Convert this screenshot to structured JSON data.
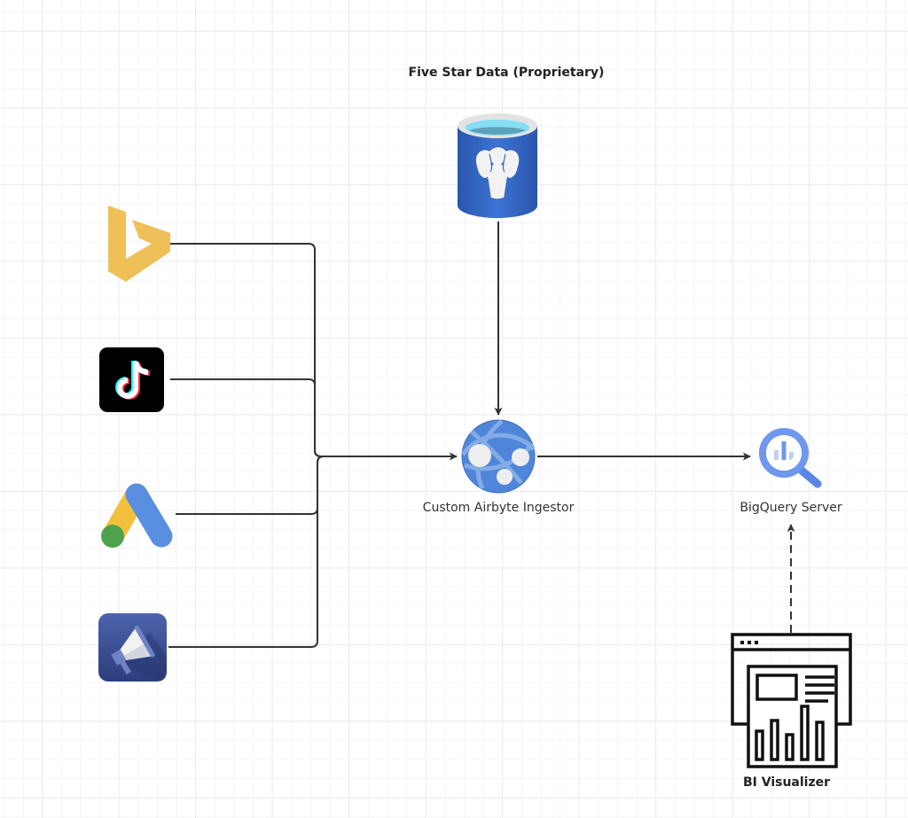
{
  "diagram": {
    "title": "Five Star Data (Proprietary)",
    "nodes": [
      {
        "id": "postgres",
        "icon": "postgresql-database-icon",
        "label": ""
      },
      {
        "id": "bing",
        "icon": "bing-ads-icon",
        "label": ""
      },
      {
        "id": "tiktok",
        "icon": "tiktok-icon",
        "label": ""
      },
      {
        "id": "google-ads",
        "icon": "google-ads-icon",
        "label": ""
      },
      {
        "id": "marketing",
        "icon": "megaphone-marketing-icon",
        "label": ""
      },
      {
        "id": "ingestor",
        "icon": "web-app-globe-icon",
        "label": "Custom Airbyte Ingestor"
      },
      {
        "id": "bigquery",
        "icon": "bigquery-icon",
        "label": "BigQuery Server"
      },
      {
        "id": "bi",
        "icon": "dashboard-browser-icon",
        "label": "BI Visualizer"
      }
    ],
    "edges": [
      {
        "from": "postgres",
        "to": "ingestor",
        "style": "solid"
      },
      {
        "from": "bing",
        "to": "ingestor",
        "style": "solid"
      },
      {
        "from": "tiktok",
        "to": "ingestor",
        "style": "solid"
      },
      {
        "from": "google-ads",
        "to": "ingestor",
        "style": "solid"
      },
      {
        "from": "marketing",
        "to": "ingestor",
        "style": "solid"
      },
      {
        "from": "ingestor",
        "to": "bigquery",
        "style": "solid"
      },
      {
        "from": "bi",
        "to": "bigquery",
        "style": "dashed"
      }
    ]
  },
  "colors": {
    "connector": "#333333",
    "bing": "#efc058",
    "tiktok_bg": "#000000",
    "tiktok_cyan": "#25f4ee",
    "tiktok_red": "#fe2c55",
    "gads_blue": "#5a8ee0",
    "gads_yellow": "#f2c03c",
    "gads_green": "#4ea24c",
    "postgres_blue": "#3467c4",
    "postgres_top": "#e6e6e6",
    "postgres_water": "#86def5",
    "globe_blue": "#4f86d9",
    "bigquery_blue": "#6f97ee",
    "marketing_bg": "#3b4f96"
  }
}
